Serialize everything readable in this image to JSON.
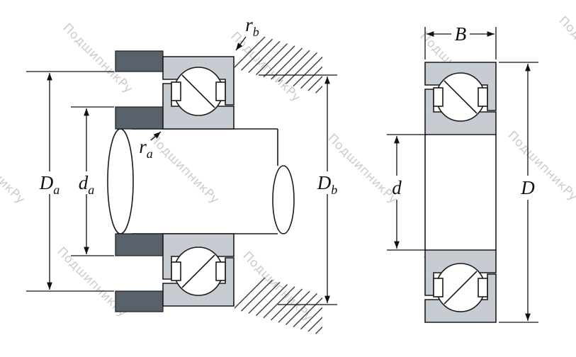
{
  "watermark": {
    "text": "ПодшипникРу",
    "color": "#c7c7c7"
  },
  "colors": {
    "ring_fill": "#c6ccd2",
    "shoulder_fill": "#59616a",
    "line": "#1a1a1a",
    "background": "#ffffff"
  },
  "dimension_labels": {
    "left_view": {
      "Da": {
        "base": "D",
        "sub": "a"
      },
      "da": {
        "base": "d",
        "sub": "a"
      },
      "Db": {
        "base": "D",
        "sub": "b"
      },
      "ra": {
        "base": "r",
        "sub": "a"
      },
      "rb": {
        "base": "r",
        "sub": "b"
      }
    },
    "right_view": {
      "B": {
        "base": "B",
        "sub": ""
      },
      "d": {
        "base": "d",
        "sub": ""
      },
      "D": {
        "base": "D",
        "sub": ""
      }
    }
  }
}
